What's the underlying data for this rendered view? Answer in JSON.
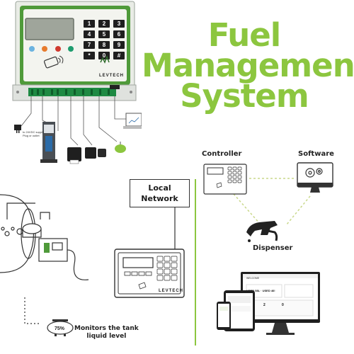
{
  "title": {
    "line1": "Fuel",
    "line2": "Management",
    "line3": "System"
  },
  "device": {
    "brand": "LEVTECH",
    "keypad": [
      "1",
      "2",
      "3",
      "4",
      "5",
      "6",
      "7",
      "8",
      "9",
      "*",
      "0",
      "#"
    ]
  },
  "hardware_labels": {
    "power_note_1": "to 24VDC supply",
    "power_note_2": "Plug or outlet"
  },
  "local_network": {
    "line1": "Local",
    "line2": "Network"
  },
  "diagram_right": {
    "controller": "Controller",
    "software": "Software",
    "dispenser": "Dispenser"
  },
  "tank": {
    "level_badge": "75%",
    "caption_line1": "Monitors the tank",
    "caption_line2": "liquid level"
  },
  "dashboard": {
    "heading": "WELCOME",
    "stats_line": "USED 58L · USED 46!",
    "stat_a": "2",
    "stat_b": "2",
    "stat_c": "0"
  },
  "colors": {
    "accent_green": "#8cc63f",
    "device_green": "#4f9a3a",
    "outline": "#333333",
    "dotted": "#c9d88a"
  },
  "icons": [
    "fuel-nozzle-icon",
    "gear-icon",
    "monitor-icon",
    "tank-icon",
    "laptop-icon",
    "printer-icon",
    "pump-icon"
  ]
}
